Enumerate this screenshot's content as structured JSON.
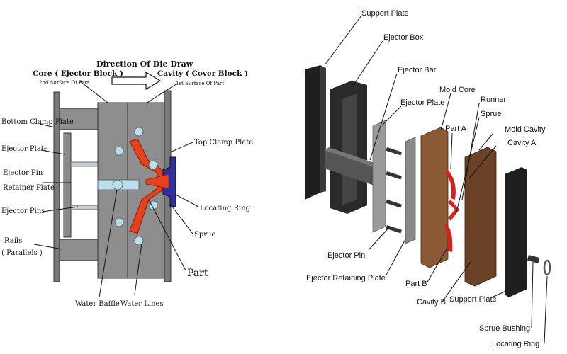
{
  "left_diagram": {
    "labels": {
      "direction": "Direction Of Die Draw",
      "core": "Core ( Ejector Block )",
      "core_sub": "2nd Surface Of Part",
      "cavity": "Cavity ( Cover Block )",
      "cavity_sub": "1st Surface Of Part",
      "bottom_clamp": "Bottom Clamp Plate",
      "ejector_plate": "Ejector Plate",
      "ejector_pin_retainer_1": "Ejector Pin",
      "ejector_pin_retainer_2": "Retainer Plate",
      "ejector_pins": "Ejector Pins",
      "rails_1": "Rails",
      "rails_2": "( Parallels )",
      "top_clamp": "Top Clamp Plate",
      "locating_ring": "Locating Ring",
      "sprue": "Sprue",
      "part": "Part",
      "water_baffle": "Water Baffle",
      "water_lines": "Water Lines"
    },
    "colors": {
      "plate": "#8e8e8e",
      "plate_dark": "#6f6f6f",
      "part": "#e8401c",
      "sprue": "#2f2f9a",
      "water": "#b9e0ea",
      "pins": "#c4ccd3"
    }
  },
  "right_diagram": {
    "labels": {
      "support_plate_top": "Support Plate",
      "ejector_box": "Ejector Box",
      "ejector_bar": "Ejector Bar",
      "ejector_plate": "Ejector Plate",
      "mold_core": "Mold Core",
      "runner": "Runner",
      "sprue": "Sprue",
      "part_a": "Part A",
      "mold_cavity": "Mold Cavity",
      "cavity_a": "Cavity A",
      "ejector_pin": "Ejector Pin",
      "ejector_retaining_plate": "Ejector Retaining Plate",
      "part_b": "Part B",
      "cavity_b": "Cavity B",
      "support_plate_bottom": "Support Plate",
      "sprue_bushing": "Sprue Bushing",
      "locating_ring": "Locating Ring"
    },
    "colors": {
      "black_plate": "#2a2a2a",
      "gray_plate": "#9a9a9a",
      "brown_core": "#8a5a34",
      "brown_cavity": "#6b4226",
      "red_part": "#d81e1e"
    }
  }
}
